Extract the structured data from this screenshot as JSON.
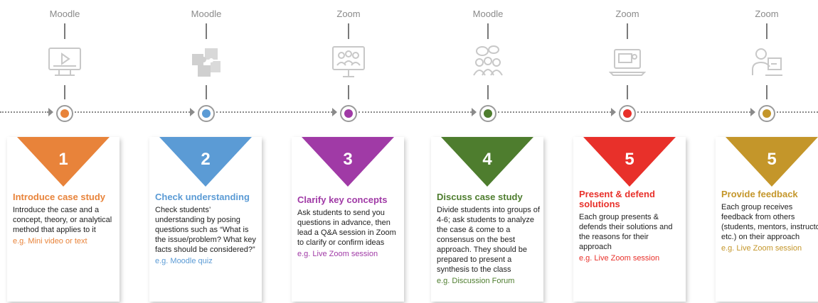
{
  "stages": [
    {
      "platform": "Moodle",
      "icon": "video-player-icon",
      "color": "#e8833a",
      "number": "1",
      "title": "Introduce case study",
      "description": "Introduce the case and a concept, theory, or analytical method that applies to it",
      "example": "e.g. Mini video or text"
    },
    {
      "platform": "Moodle",
      "icon": "puzzle-icon",
      "color": "#5b9bd5",
      "number": "2",
      "title": "Check understanding",
      "description": "Check students’ understanding by posing questions such as “What is the issue/problem? What key facts should be considered?”",
      "example": "e.g. Moodle quiz"
    },
    {
      "platform": "Zoom",
      "icon": "video-conference-icon",
      "color": "#a03aa6",
      "number": "3",
      "title": "Clarify key concepts",
      "description": "Ask students to send you questions in advance, then lead a Q&A session in Zoom to clarify or confirm ideas",
      "example": "e.g. Live Zoom session"
    },
    {
      "platform": "Moodle",
      "icon": "group-discussion-icon",
      "color": "#4e7d2e",
      "number": "4",
      "title": "Discuss case study",
      "description": "Divide students into groups of 4-6; ask students to analyze the case & come to a consensus on the best approach. They should be prepared to present a synthesis to the class",
      "example": "e.g. Discussion Forum"
    },
    {
      "platform": "Zoom",
      "icon": "laptop-presentation-icon",
      "color": "#e8302a",
      "number": "5",
      "title": "Present & defend solutions",
      "description": "Each group presents & defends their solutions and the reasons for their approach",
      "example": "e.g. Live Zoom session"
    },
    {
      "platform": "Zoom",
      "icon": "presenter-icon",
      "color": "#c4962a",
      "number": "5",
      "title": "Provide feedback",
      "description": "Each group receives feedback from others (students, mentors, instructor, etc.) on their approach",
      "example": "e.g. Live Zoom session"
    }
  ]
}
